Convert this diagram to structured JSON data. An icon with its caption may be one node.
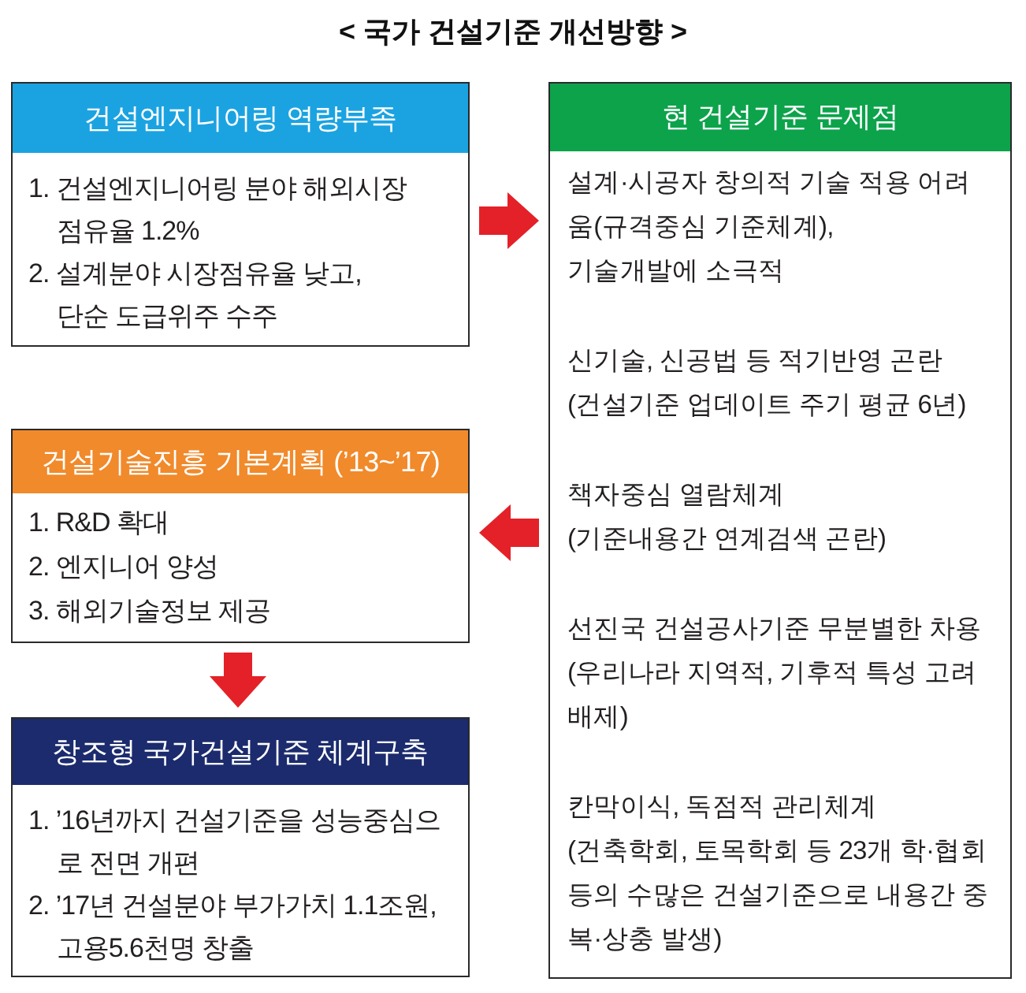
{
  "diagram": {
    "title": "< 국가 건설기준 개선방향 >",
    "nodes": [
      {
        "text": [
          "건설엔지니어링 역량부족",
          "1. 건설엔지니어링 분야 해외시장 점유율 1.2%",
          "2. 설계분야 시장점유율 낮고, 단순 도급위주 수주"
        ]
      },
      {
        "text": [
          "현 건설기준 문제점",
          "설계·시공자 창의적 기술 적용 어려움(규격중심 기준체계),",
          "기술개발에 소극적",
          "신기술, 신공법 등 적기반영 곤란",
          "(건설기준 업데이트 주기 평균 6년)",
          "책자중심 열람체계",
          "(기준내용간 연계검색 곤란)",
          "선진국 건설공사기준 무분별한 차용",
          "(우리나라 지역적, 기후적 특성 고려 배제)",
          "칸막이식, 독점적 관리체계",
          "(건축학회, 토목학회 등 23개 학·협회 등의 수많은 건설기준으로 내용간 중복·상충 발생)"
        ]
      },
      {
        "text": [
          "건설기술진흥 기본계획 (’13~’17)",
          "1. R&D 확대",
          "2. 엔지니어 양성",
          "3. 해외기술정보 제공"
        ]
      },
      {
        "text": [
          "창조형 국가건설기준 체계구축",
          "1. ’16년까지 건설기준을 성능중심으로 전면 개편",
          "2. ’17년 건설분야 부가가치 1.1조원, 고용5.6천명 창출"
        ]
      }
    ],
    "edges": [
      {
        "from": 0,
        "to": 1,
        "arrow": "to"
      },
      {
        "from": 1,
        "to": 2,
        "arrow": "to"
      },
      {
        "from": 2,
        "to": 3,
        "arrow": "to"
      }
    ]
  }
}
